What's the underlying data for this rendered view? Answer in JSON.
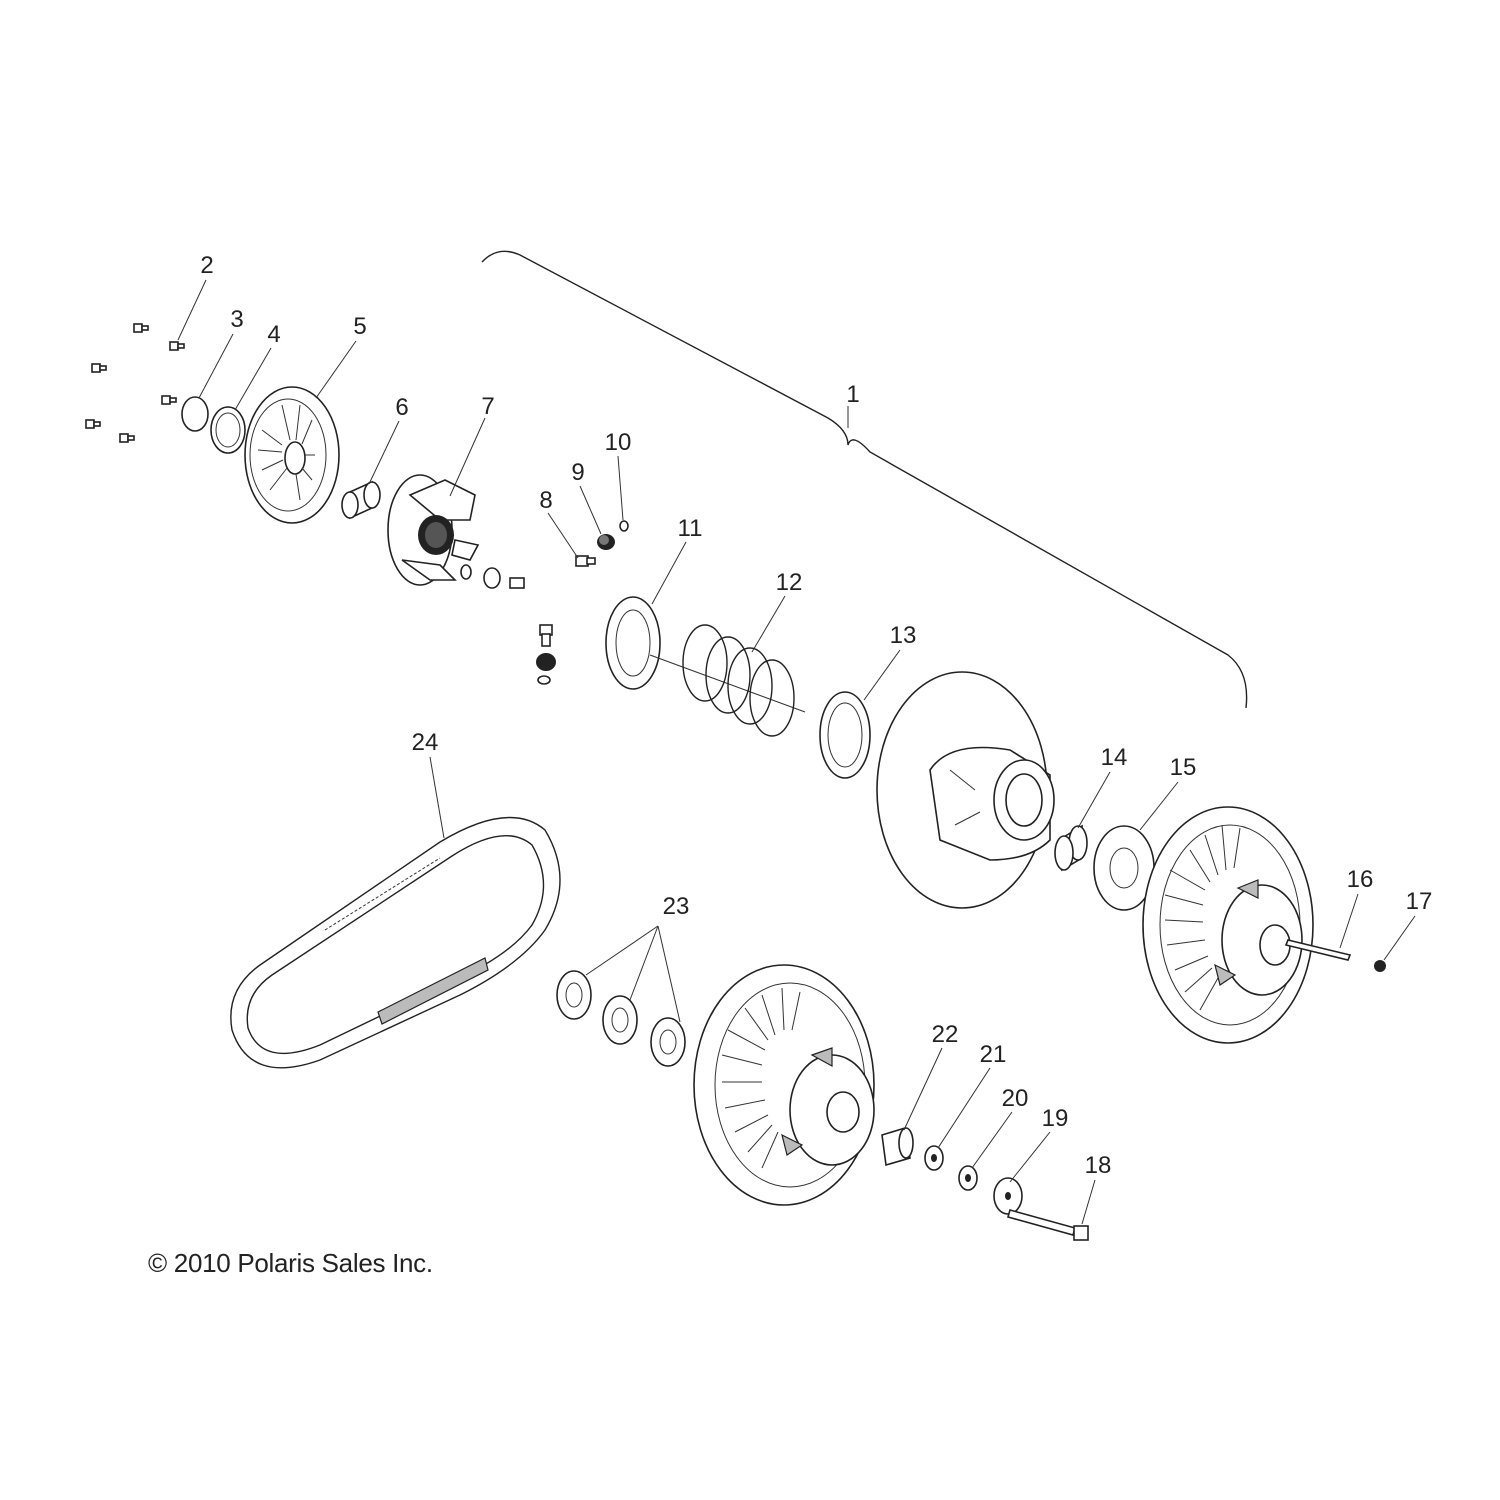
{
  "callouts": [
    "1",
    "2",
    "3",
    "4",
    "5",
    "6",
    "7",
    "8",
    "9",
    "10",
    "11",
    "12",
    "13",
    "14",
    "15",
    "16",
    "17",
    "18",
    "19",
    "20",
    "21",
    "22",
    "23",
    "24"
  ],
  "copyright": "© 2010 Polaris Sales Inc."
}
